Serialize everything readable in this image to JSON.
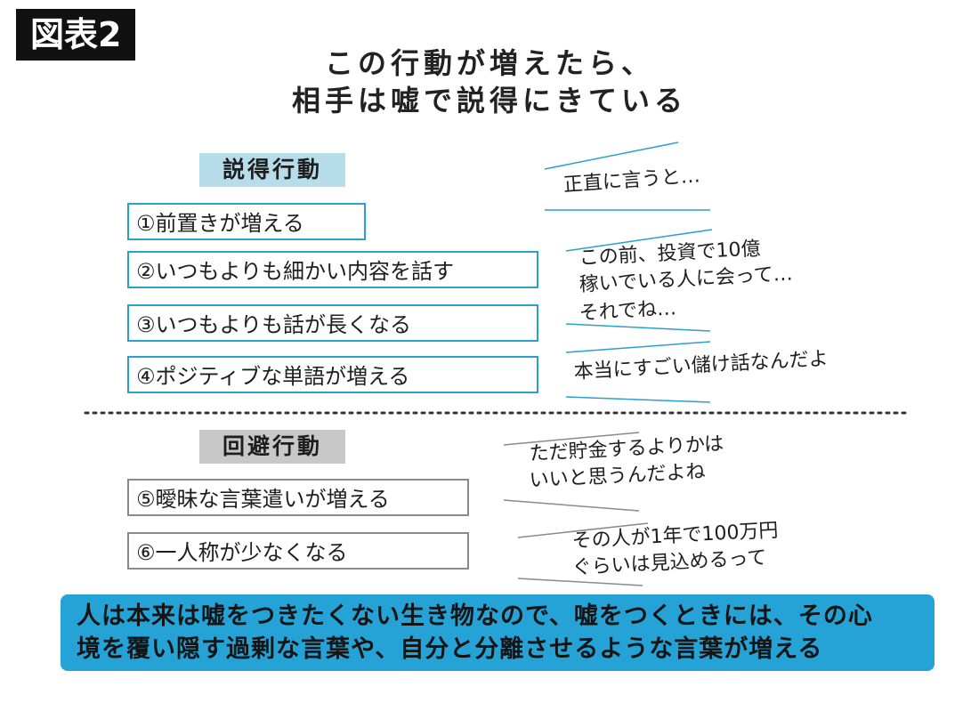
{
  "figure_label": "図表2",
  "title": {
    "line1": "この行動が増えたら、",
    "line2": "相手は嘘で説得にきている"
  },
  "persuasion": {
    "heading": "説得行動",
    "heading_color": "#b7dcea",
    "border_color": "#2aa0cf",
    "items": [
      "①前置きが増える",
      "②いつもよりも細かい内容を話す",
      "③いつもよりも話が長くなる",
      "④ポジティブな単語が増える"
    ],
    "quotes": [
      "正直に言うと…",
      "この前、投資で10億",
      "稼いでいる人に会って…",
      "それでね…",
      "本当にすごい儲け話なんだよ"
    ]
  },
  "avoidance": {
    "heading": "回避行動",
    "heading_color": "#c8c8c8",
    "border_color": "#8a8a8a",
    "items": [
      "⑤曖昧な言葉遣いが増える",
      "⑥一人称が少なくなる"
    ],
    "quotes": [
      "ただ貯金するよりかは",
      "いいと思うんだよね",
      "その人が1年で100万円",
      "ぐらいは見込めるって"
    ]
  },
  "summary": {
    "line1": "人は本来は嘘をつきたくない生き物なので、嘘をつくときには、その心",
    "line2": "境を覆い隠す過剰な言葉や、自分と分離させるような言葉が増える",
    "background": "#25a3d6"
  }
}
